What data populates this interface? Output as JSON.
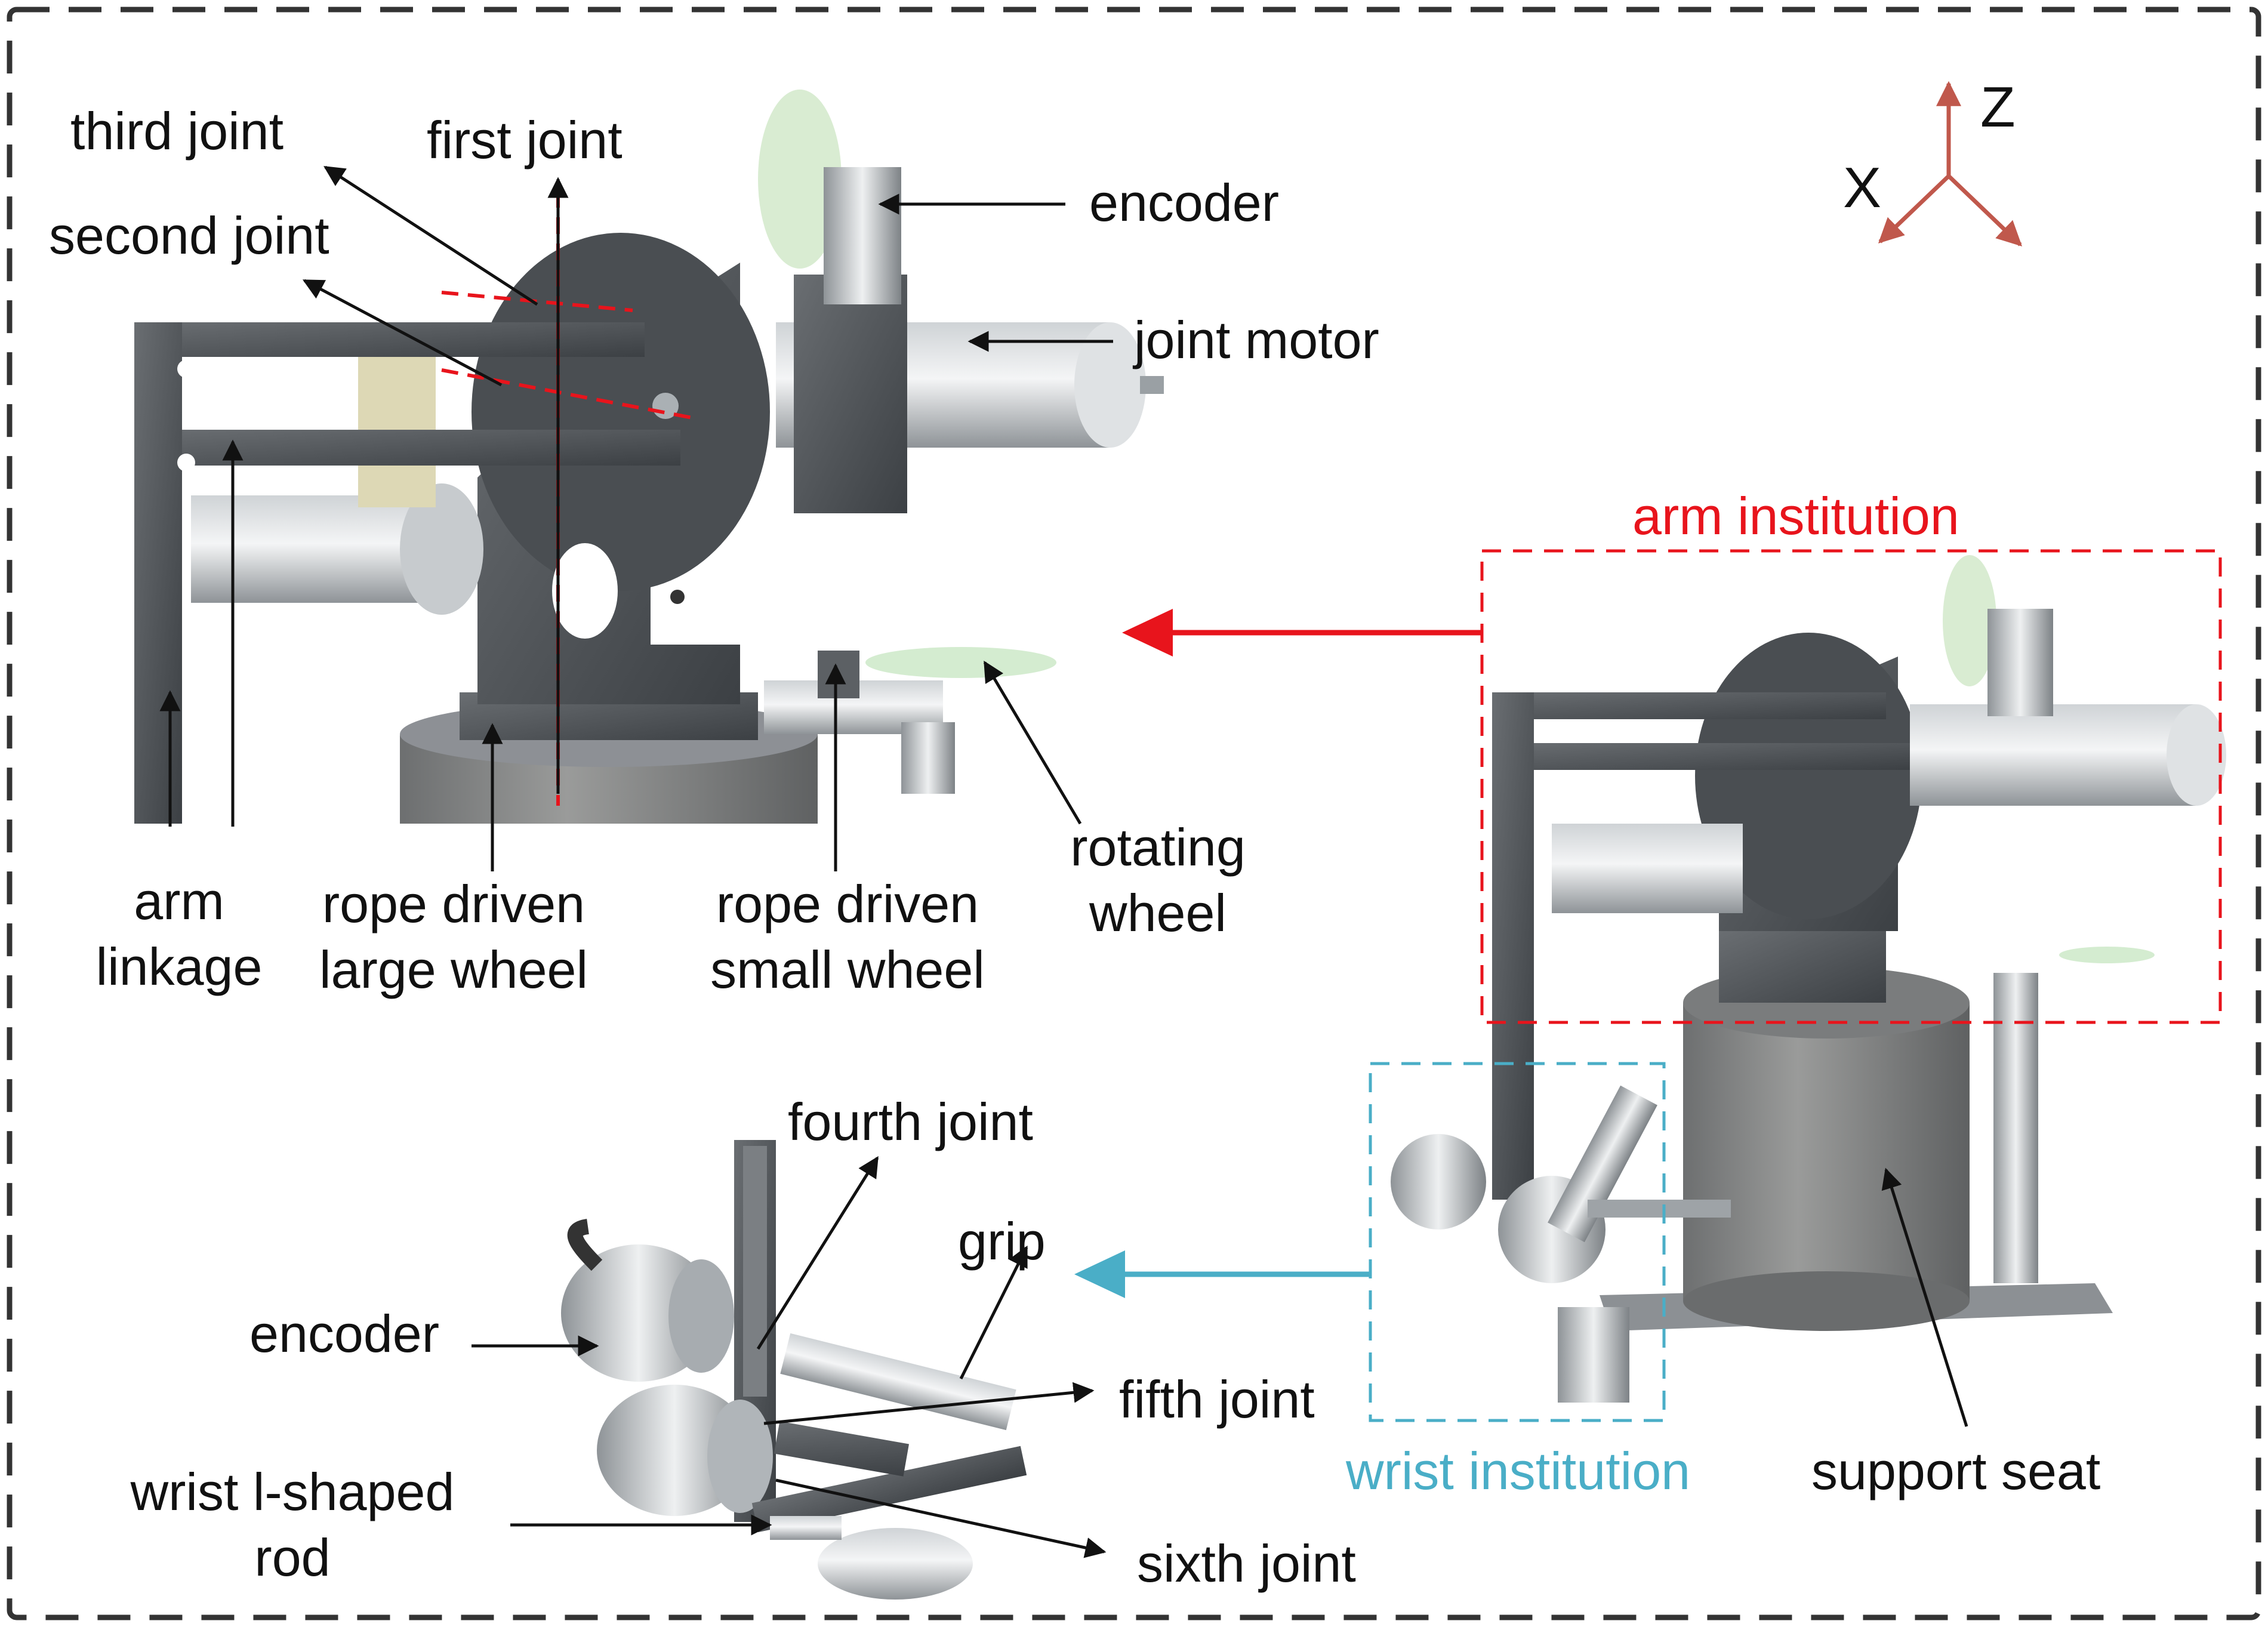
{
  "axes": {
    "z": "Z",
    "x": "X"
  },
  "arm_view": {
    "third_joint": "third joint",
    "first_joint": "first joint",
    "second_joint": "second joint",
    "encoder": "encoder",
    "joint_motor": "joint motor",
    "rotating_wheel": [
      "rotating",
      "wheel"
    ],
    "arm_linkage": [
      "arm",
      "linkage"
    ],
    "rope_large": [
      "rope driven",
      "large wheel"
    ],
    "rope_small": [
      "rope driven",
      "small wheel"
    ]
  },
  "assembly_view": {
    "arm_institution": "arm institution",
    "wrist_institution": "wrist institution",
    "support_seat": "support seat"
  },
  "wrist_view": {
    "fourth_joint": "fourth joint",
    "grip": "grip",
    "encoder": "encoder",
    "fifth_joint": "fifth joint",
    "wrist_rod": [
      "wrist l-shaped",
      "rod"
    ],
    "sixth_joint": "sixth joint"
  },
  "colors": {
    "arm_highlight": "#e8141c",
    "wrist_highlight": "#4aaec7",
    "frame": "#333333"
  }
}
